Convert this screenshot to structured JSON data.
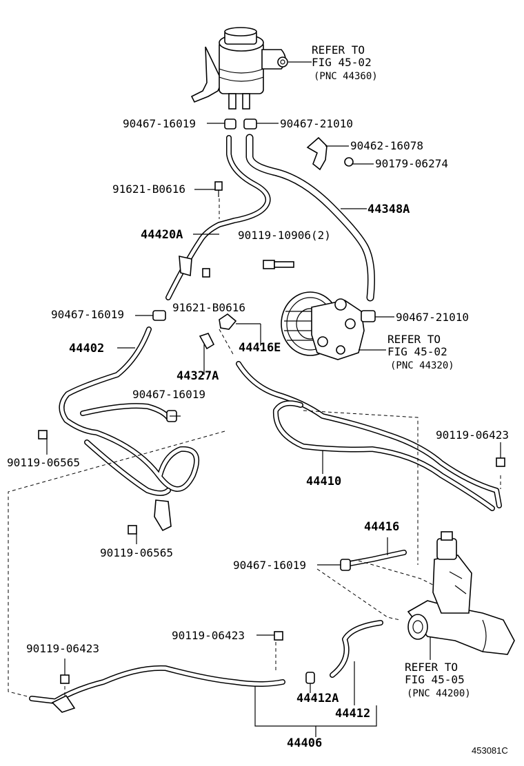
{
  "diagram_id": "453081C",
  "refs": {
    "reservoir": {
      "line1": "REFER TO",
      "line2": "FIG 45-02",
      "line3": "(PNC 44360)"
    },
    "pump": {
      "line1": "REFER TO",
      "line2": "FIG 45-02",
      "line3": "(PNC 44320)"
    },
    "gear": {
      "line1": "REFER TO",
      "line2": "FIG 45-05",
      "line3": "(PNC 44200)"
    }
  },
  "parts": {
    "clip_16019_a": "90467-16019",
    "clip_21010_a": "90467-21010",
    "clamp_16078": "90462-16078",
    "nut_06274": "90179-06274",
    "bolt_b0616_a": "91621-B0616",
    "hose_44348a": "44348A",
    "tube_44420a": "44420A",
    "bolt_10906": "90119-10906(2)",
    "bolt_b0616_b": "91621-B0616",
    "clip_16019_b": "90467-16019",
    "clip_21010_b": "90467-21010",
    "hose_44402": "44402",
    "union_44416e": "44416E",
    "bracket_44327a": "44327A",
    "clip_16019_c": "90467-16019",
    "bolt_06423_a": "90119-06423",
    "bolt_06565_a": "90119-06565",
    "tube_44410": "44410",
    "bolt_06565_b": "90119-06565",
    "tube_44416": "44416",
    "clip_16019_d": "90467-16019",
    "bolt_06423_b": "90119-06423",
    "bolt_06423_c": "90119-06423",
    "clamp_44412a": "44412A",
    "hose_44412": "44412",
    "tube_44406": "44406"
  }
}
